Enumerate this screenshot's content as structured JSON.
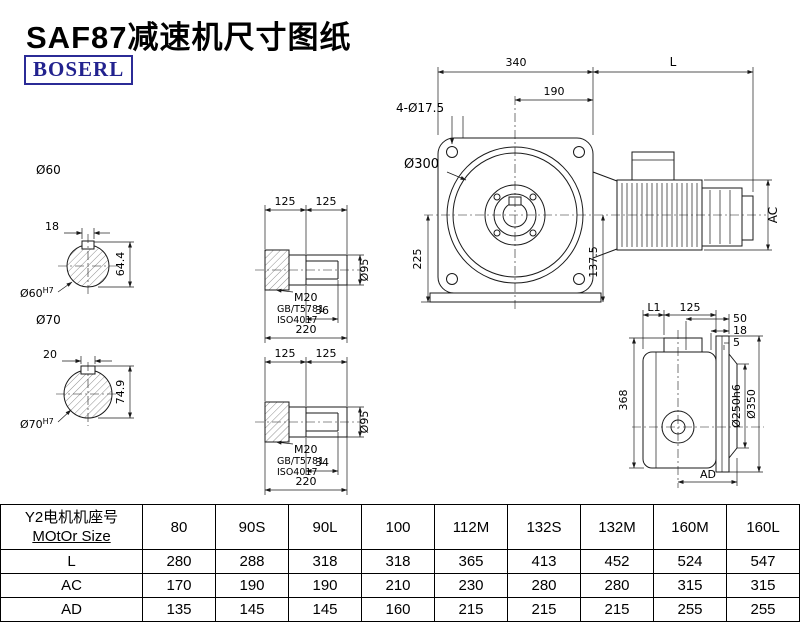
{
  "page": {
    "title": "SAF87减速机尺寸图纸",
    "logo": "BOSERL"
  },
  "dims": {
    "front": {
      "w340": "340",
      "L": "L",
      "w190": "190",
      "holes": "4-Ø17.5",
      "d300": "Ø300",
      "h225": "225",
      "h137": "137.5",
      "ac": "AC"
    },
    "side": {
      "L1": "L1",
      "t125": "125",
      "d50": "50",
      "d18": "18",
      "d5": "5",
      "h368": "368",
      "d250": "Ø250h6",
      "d350": "Ø350",
      "ad": "AD"
    },
    "shaft1": {
      "dia": "Ø60",
      "key": "18",
      "h": "64.4",
      "fit_base": "Ø60",
      "fit_sup": "H7"
    },
    "shaft2": {
      "dia": "Ø70",
      "key": "20",
      "h": "74.9",
      "fit_base": "Ø70",
      "fit_sup": "H7"
    },
    "detail1": {
      "seg1": "125",
      "seg2": "125",
      "thread": "M20",
      "std1": "GB/T5781",
      "std2": "ISO4017",
      "key": "36",
      "total": "220",
      "dia": "Ø95"
    },
    "detail2": {
      "seg1": "125",
      "seg2": "125",
      "thread": "M20",
      "std1": "GB/T5781",
      "std2": "ISO4017",
      "key": "34",
      "total": "220",
      "dia": "Ø95"
    }
  },
  "table": {
    "header_cn": "Y2电机机座号",
    "header_en": "MOtOr Size",
    "columns": [
      "80",
      "90S",
      "90L",
      "100",
      "112M",
      "132S",
      "132M",
      "160M",
      "160L"
    ],
    "rows": [
      {
        "label": "L",
        "values": [
          "280",
          "288",
          "318",
          "318",
          "365",
          "413",
          "452",
          "524",
          "547"
        ]
      },
      {
        "label": "AC",
        "values": [
          "170",
          "190",
          "190",
          "210",
          "230",
          "280",
          "280",
          "315",
          "315"
        ]
      },
      {
        "label": "AD",
        "values": [
          "135",
          "145",
          "145",
          "160",
          "215",
          "215",
          "215",
          "255",
          "255"
        ]
      }
    ]
  }
}
